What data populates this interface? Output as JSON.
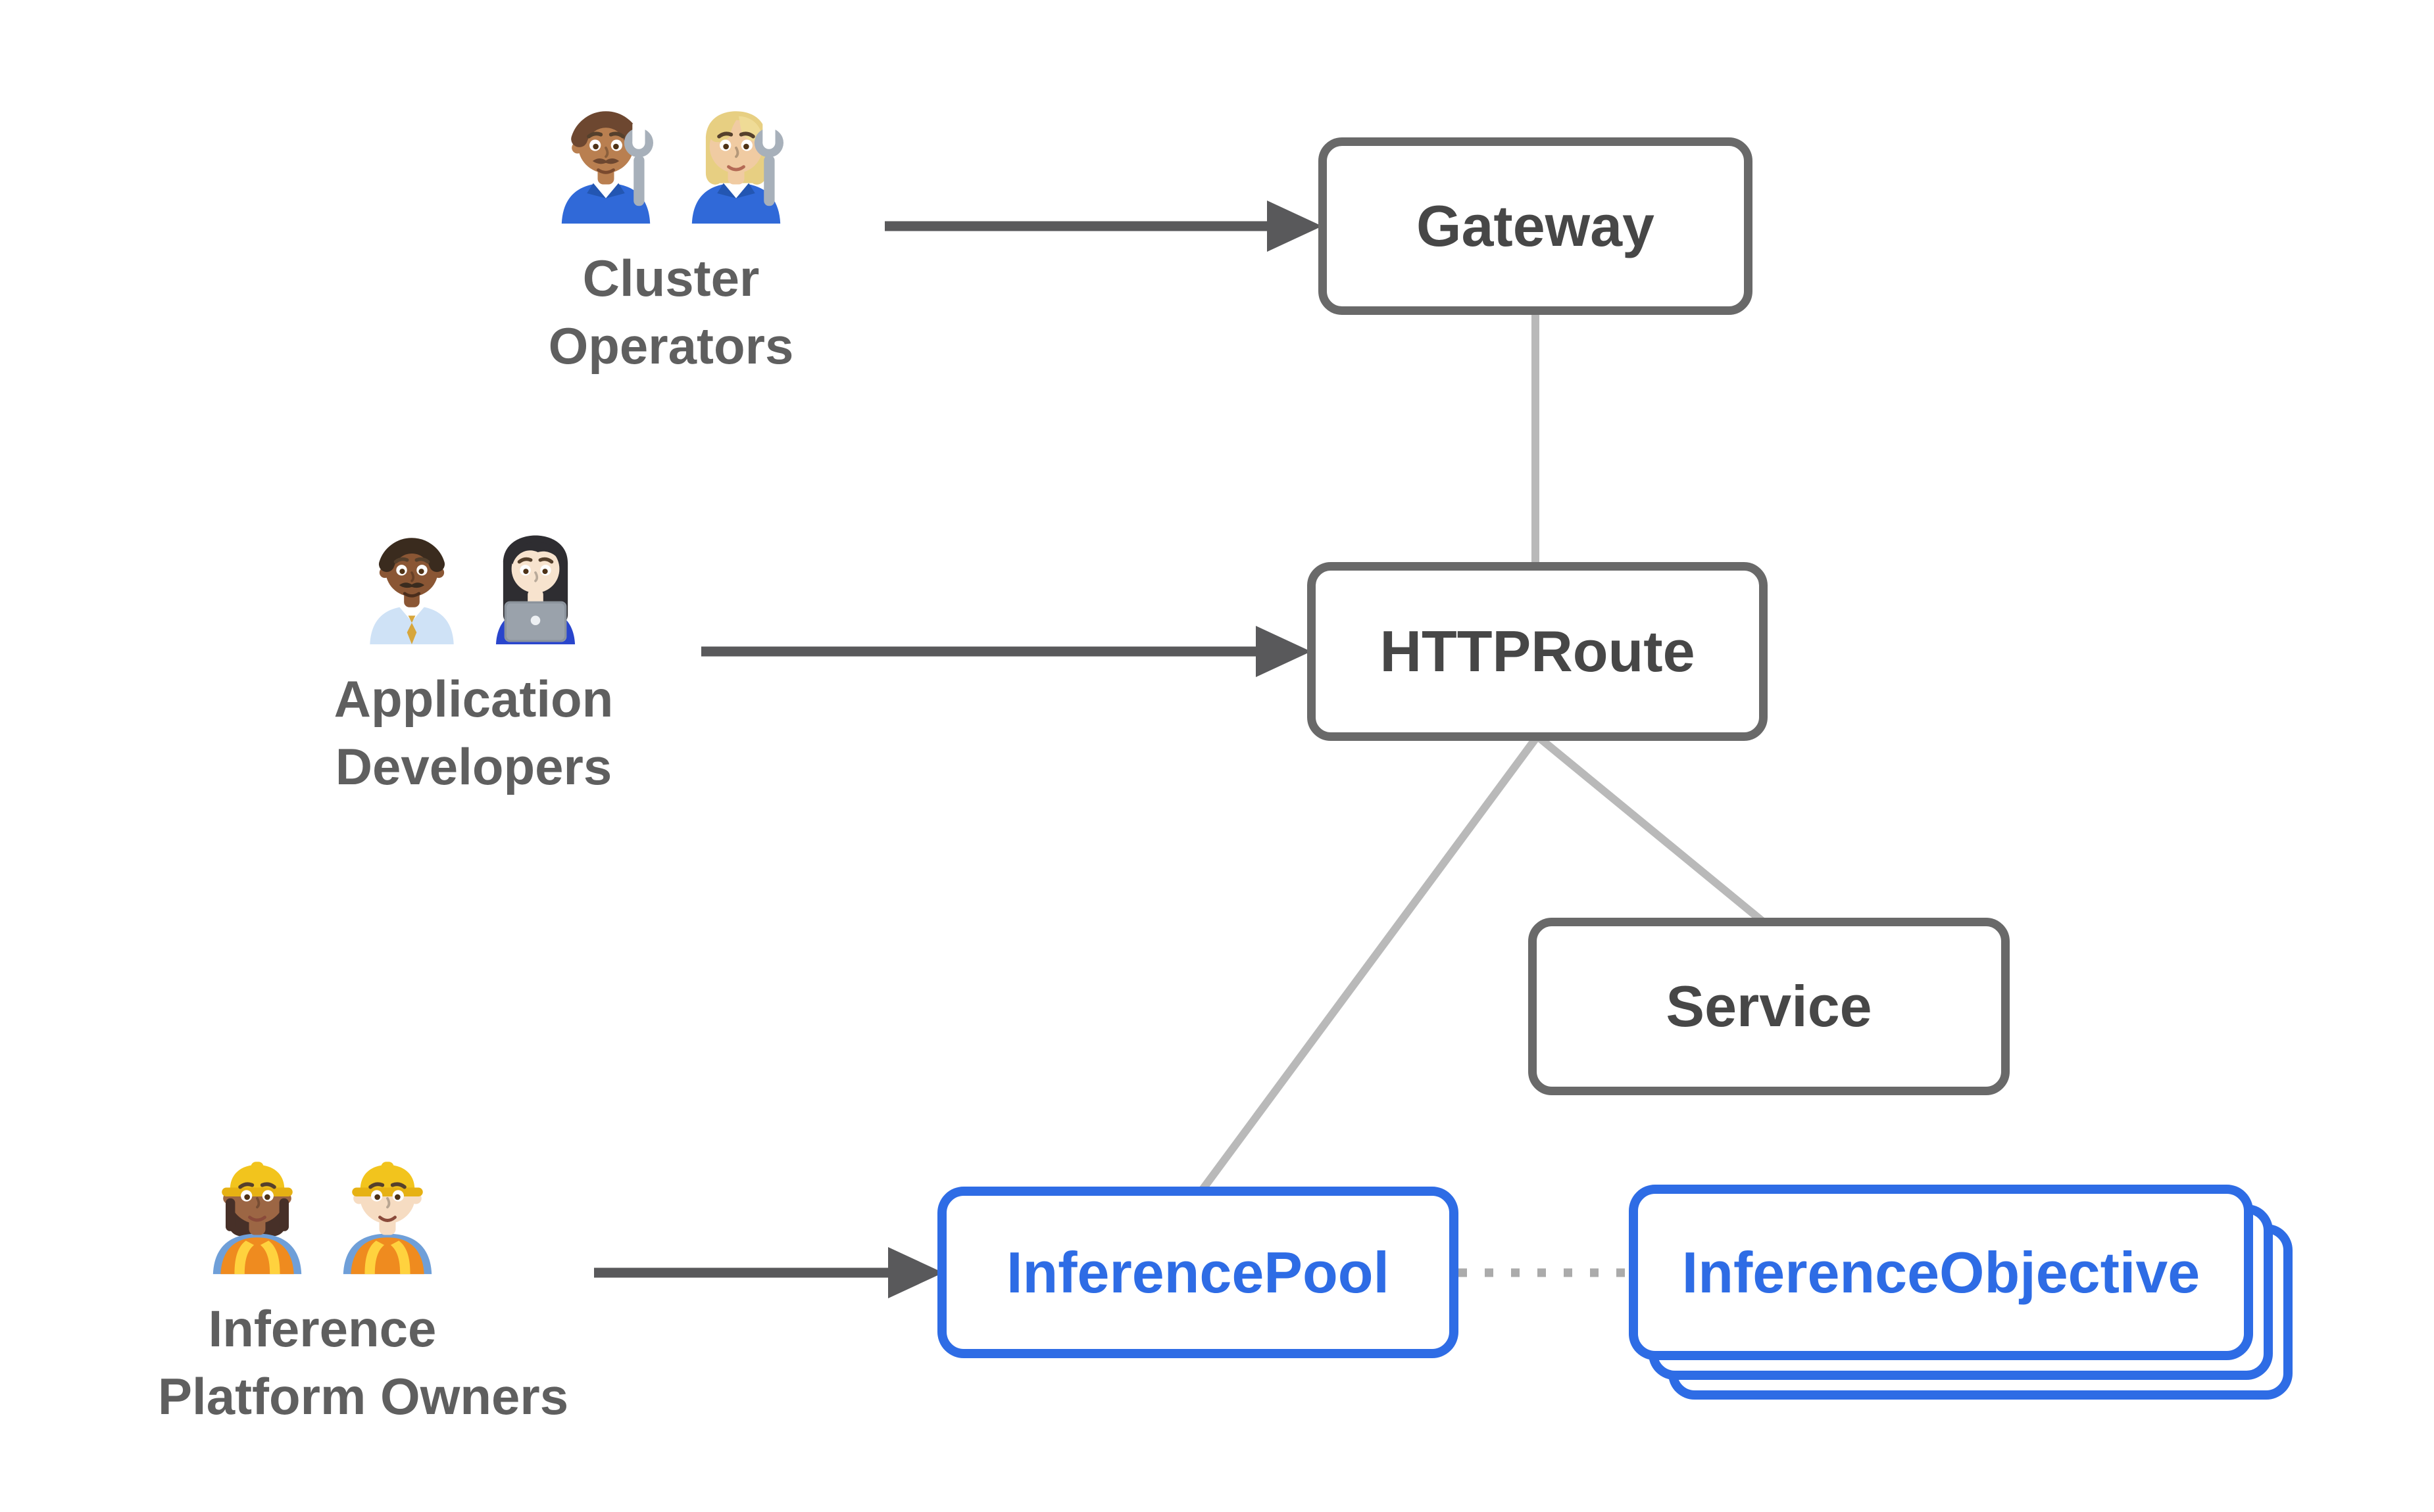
{
  "colors": {
    "blue": "#2e6ce5",
    "box_border": "#696969",
    "box_text": "#474747",
    "connector": "#b9b9b9",
    "arrow": "#59595b",
    "dotted": "#ababab",
    "label_text": "#5f5f5f",
    "bg": "#ffffff"
  },
  "nodes": {
    "gateway": {
      "label": "Gateway"
    },
    "httproute": {
      "label": "HTTPRoute"
    },
    "service": {
      "label": "Service"
    },
    "inference_pool": {
      "label": "InferencePool"
    },
    "inference_objective": {
      "label": "InferenceObjective",
      "stack_count": 3
    }
  },
  "actors": [
    {
      "name": "cluster-operators",
      "label_lines": [
        "Cluster",
        "Operators"
      ],
      "icons": [
        {
          "name": "man-mechanic-emoji",
          "emoji": "👨🏽‍🔧"
        },
        {
          "name": "woman-mechanic-emoji",
          "emoji": "👩🏼‍🔧"
        }
      ]
    },
    {
      "name": "application-developers",
      "label_lines": [
        "Application",
        "Developers"
      ],
      "icons": [
        {
          "name": "man-office-worker-emoji",
          "emoji": "👨🏾‍💼"
        },
        {
          "name": "woman-technologist-emoji",
          "emoji": "👩🏻‍💻"
        }
      ]
    },
    {
      "name": "inference-platform-owners",
      "label_lines": [
        "Inference",
        "Platform Owners"
      ],
      "icons": [
        {
          "name": "woman-construction-worker-emoji",
          "emoji": "👷🏾‍♀️"
        },
        {
          "name": "man-construction-worker-emoji",
          "emoji": "👷🏻‍♂️"
        }
      ]
    }
  ],
  "connections": [
    {
      "from": "Cluster Operators",
      "to": "Gateway",
      "type": "arrow"
    },
    {
      "from": "Application Developers",
      "to": "HTTPRoute",
      "type": "arrow"
    },
    {
      "from": "Inference Platform Owners",
      "to": "InferencePool",
      "type": "arrow"
    },
    {
      "from": "Gateway",
      "to": "HTTPRoute",
      "type": "line"
    },
    {
      "from": "HTTPRoute",
      "to": "InferencePool",
      "type": "line"
    },
    {
      "from": "HTTPRoute",
      "to": "Service",
      "type": "line"
    },
    {
      "from": "InferencePool",
      "to": "InferenceObjective",
      "type": "dotted-line"
    }
  ]
}
